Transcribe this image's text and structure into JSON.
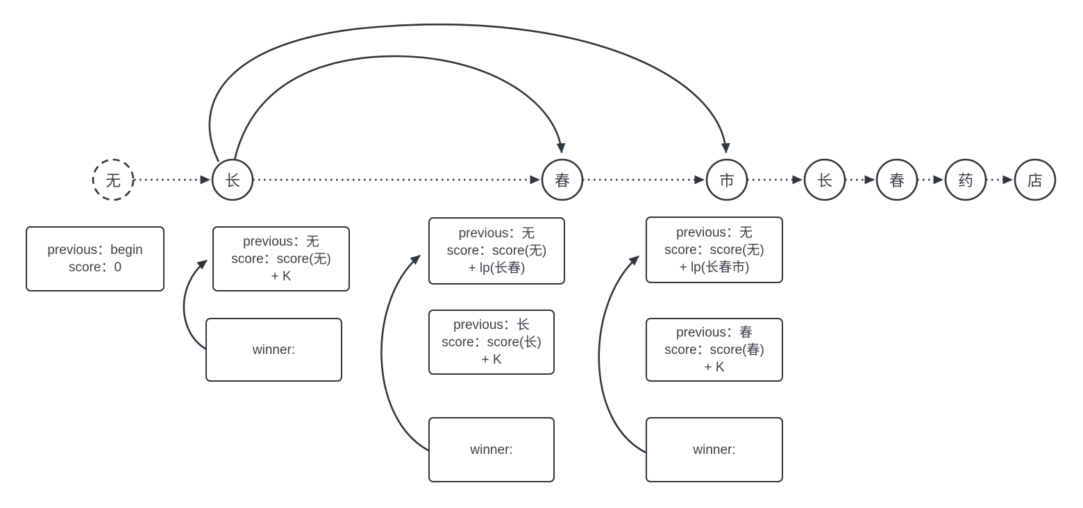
{
  "colors": {
    "stroke": "#30363d",
    "text": "#3b4045",
    "background": "#ffffff"
  },
  "nodes": [
    {
      "label": "无",
      "style": "dashed"
    },
    {
      "label": "长",
      "style": "solid"
    },
    {
      "label": "春",
      "style": "solid"
    },
    {
      "label": "市",
      "style": "solid"
    },
    {
      "label": "长",
      "style": "solid"
    },
    {
      "label": "春",
      "style": "solid"
    },
    {
      "label": "药",
      "style": "solid"
    },
    {
      "label": "店",
      "style": "solid"
    }
  ],
  "boxes": {
    "begin": {
      "lines": [
        "previous：begin",
        "score：0"
      ]
    },
    "chang": {
      "candidate": {
        "lines": [
          "previous：无",
          "score：score(无)",
          "+ K"
        ]
      },
      "winner": {
        "label": "winner:"
      }
    },
    "chun": {
      "candidate_a": {
        "lines": [
          "previous：无",
          "score：score(无)",
          "+ lp(长春)"
        ]
      },
      "candidate_b": {
        "lines": [
          "previous：长",
          "score：score(长)",
          "+ K"
        ]
      },
      "winner": {
        "label": "winner:"
      }
    },
    "shi": {
      "candidate_a": {
        "lines": [
          "previous：无",
          "score：score(无)",
          "+ lp(长春市)"
        ]
      },
      "candidate_b": {
        "lines": [
          "previous：春",
          "score：score(春)",
          "+ K"
        ]
      },
      "winner": {
        "label": "winner:"
      }
    }
  }
}
